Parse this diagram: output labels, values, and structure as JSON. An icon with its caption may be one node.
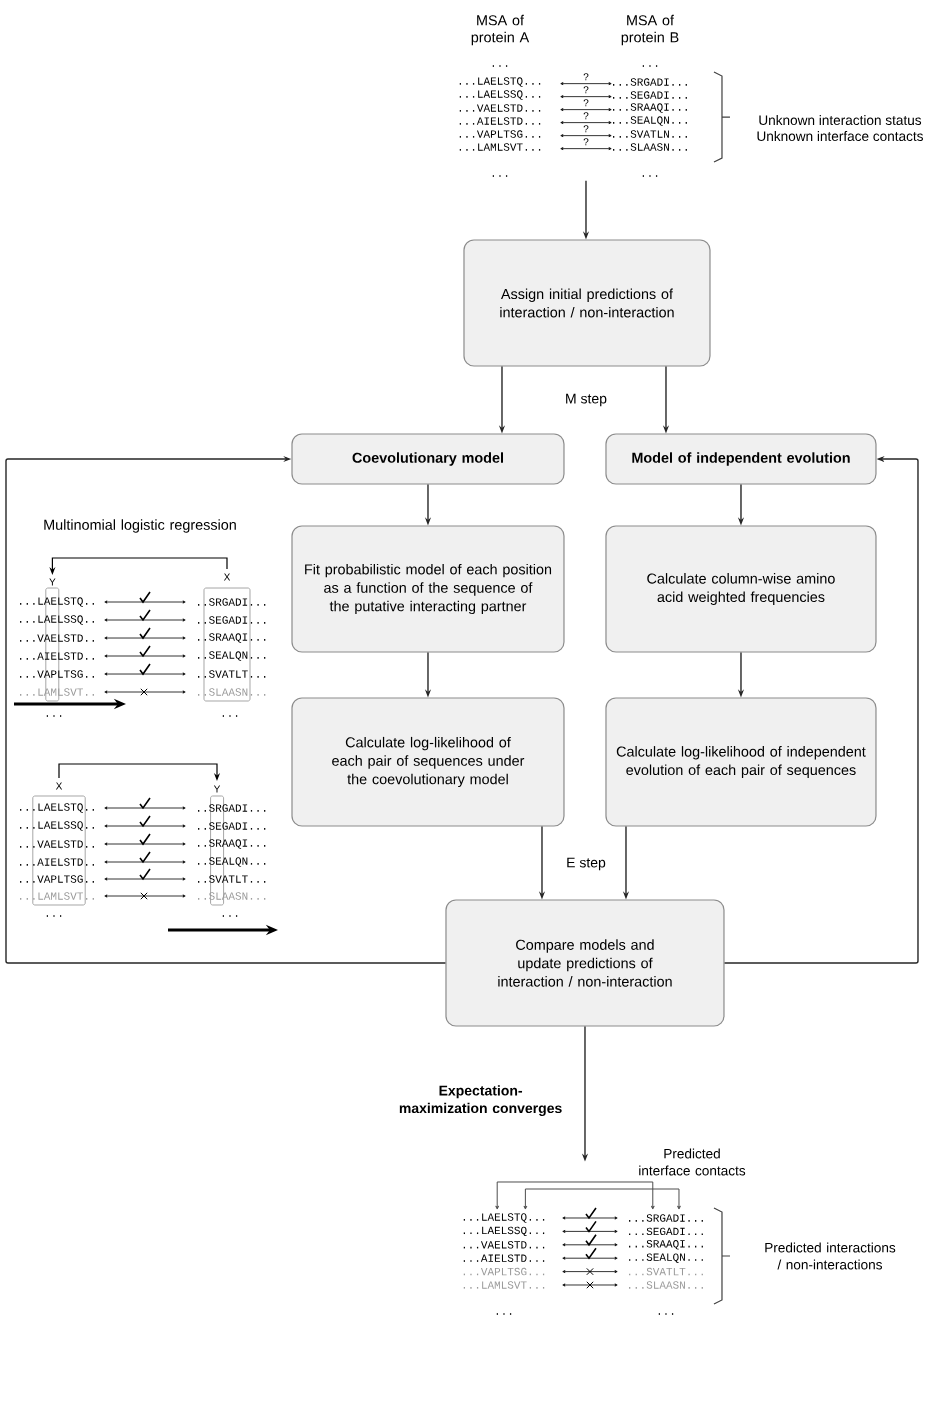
{
  "diagram": {
    "nodes": [
      {
        "text": [
          "...",
          "...",
          "...LAELSTQ...",
          "?",
          "...SRGADI...",
          "...LAELSSQ...",
          "?",
          "...SEGADI...",
          "...VAELSTD...",
          "?",
          "...SRAAQI...",
          "...AIELSTD...",
          "?",
          "...SEALQN...",
          "...VAPLTSG...",
          "?",
          "...SVATLN...",
          "...LAMLSVT...",
          "?",
          "...SLAASN...",
          "...",
          "..."
        ]
      },
      {
        "text": [
          "Assign initial predictions of interaction / non-interaction"
        ]
      },
      {
        "text": [
          "Coevolutionary model"
        ]
      },
      {
        "text": [
          "Model of independent evolution"
        ]
      },
      {
        "text": [
          "Fit probabilistic model of each position as a function of the sequence of the putative interacting partner"
        ]
      },
      {
        "text": [
          "Calculate column-wise amino acid weighted frequencies"
        ]
      },
      {
        "text": [
          "Calculate log-likelihood of each pair of sequences under the coevolutionary model"
        ]
      },
      {
        "text": [
          "Calculate log-likelihood of independent evolution of each pair of sequences"
        ]
      },
      {
        "text": [
          "Compare models and update predictions of interaction / non-interaction"
        ]
      },
      {
        "text": [
          "...LAELSTQ...",
          "...SRGADI...",
          "...LAELSSQ...",
          "...SEGADI...",
          "...VAELSTD...",
          "...SRAAQI...",
          "...AIELSTD...",
          "...SEALQN...",
          "...VAPLTSG...",
          "...SVATLT...",
          "...LAMLSVT...",
          "...SLAASN...",
          "...",
          "..."
        ]
      }
    ],
    "edges": [
      {
        "from": 0,
        "to": 1,
        "arrow": "to"
      },
      {
        "from": 1,
        "to": 2,
        "arrow": "to"
      },
      {
        "from": 1,
        "to": 3,
        "arrow": "to"
      },
      {
        "from": 2,
        "to": 4,
        "arrow": "to"
      },
      {
        "from": 3,
        "to": 5,
        "arrow": "to"
      },
      {
        "from": 4,
        "to": 6,
        "arrow": "to"
      },
      {
        "from": 5,
        "to": 7,
        "arrow": "to"
      },
      {
        "from": 6,
        "to": 8,
        "arrow": "to"
      },
      {
        "from": 7,
        "to": 8,
        "arrow": "to"
      },
      {
        "from": 8,
        "to": 2,
        "arrow": "to"
      },
      {
        "from": 8,
        "to": 3,
        "arrow": "to"
      },
      {
        "from": 8,
        "to": 9,
        "arrow": "to",
        "label": "Expectation-maximization converges"
      }
    ],
    "labels": [
      "MSA of protein A",
      "MSA of protein B",
      "Unknown interaction status",
      "Unknown interface contacts",
      "M step",
      "Multinomial logistic regression",
      "Y",
      "X",
      "...LAELSTQ..",
      "..SRGADI...",
      "...LAELSSQ..",
      "..SEGADI...",
      "...VAELSTD..",
      "..SRAAQI...",
      "...AIELSTD..",
      "..SEALQN...",
      "...VAPLTSG..",
      "..SVATLT...",
      "...LAMLSVT..",
      "..SLAASN...",
      "...",
      "...",
      "X",
      "Y",
      "...LAELSTQ..",
      "..SRGADI...",
      "...LAELSSQ..",
      "..SEGADI...",
      "...VAELSTD..",
      "..SRAAQI...",
      "...AIELSTD..",
      "..SEALQN...",
      "...VAPLTSG..",
      "..SVATLT...",
      "...LAMLSVT..",
      "..SLAASN...",
      "...",
      "...",
      "E step",
      "Predicted interface contacts",
      "Predicted interactions / non-interactions"
    ]
  }
}
